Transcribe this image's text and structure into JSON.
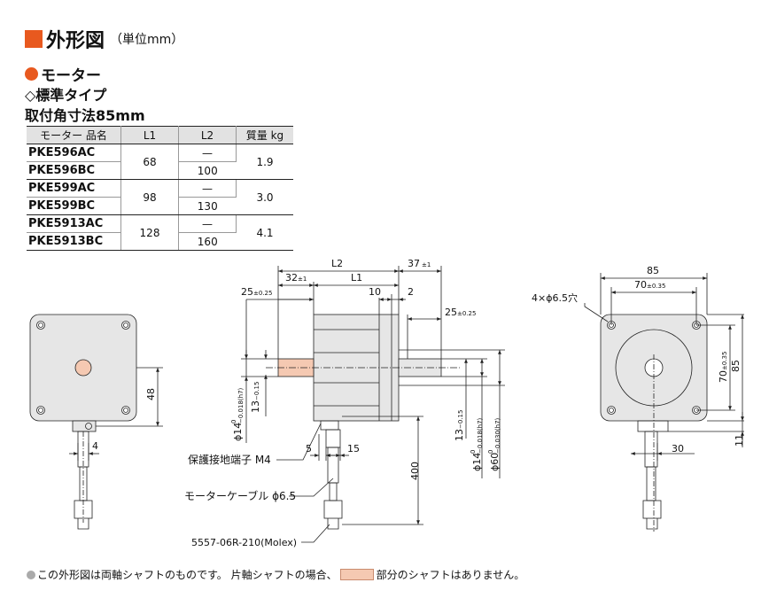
{
  "title": "外形図",
  "title_unit": "（単位mm）",
  "section": "モーター",
  "subsection": "◇標準タイプ",
  "mount_size": "取付角寸法85mm",
  "table": {
    "headers": [
      "モーター 品名",
      "L1",
      "L2",
      "質量 kg"
    ],
    "groups": [
      {
        "models": [
          "PKE596AC",
          "PKE596BC"
        ],
        "l1": "68",
        "l2": [
          "—",
          "100"
        ],
        "mass": "1.9"
      },
      {
        "models": [
          "PKE599AC",
          "PKE599BC"
        ],
        "l1": "98",
        "l2": [
          "—",
          "130"
        ],
        "mass": "3.0"
      },
      {
        "models": [
          "PKE5913AC",
          "PKE5913BC"
        ],
        "l1": "128",
        "l2": [
          "—",
          "160"
        ],
        "mass": "4.1"
      }
    ]
  },
  "drawing": {
    "left": {
      "dim_48": "48",
      "dim_4": "4"
    },
    "side": {
      "L2": "L2",
      "L1": "L1",
      "d37": "37",
      "tol37": "±1",
      "d32": "32",
      "tol32": "±1",
      "d25a": "25",
      "tol25a": "±0.25",
      "d10": "10",
      "d2": "2",
      "d25b": "25",
      "tol25b": "±0.25",
      "phi14l": "ϕ14",
      "tol14l": "0",
      "tol14l2": "−0.018(h7)",
      "d13l": "13",
      "tol13l": "−0.15",
      "d13r": "13",
      "tol13r": "−0.15",
      "phi14r": "ϕ14",
      "tol14r": "0",
      "tol14r2": "−0.018(h7)",
      "phi60": "ϕ60",
      "tol60": "0",
      "tol60b": "−0.030(h7)",
      "d5": "5",
      "d15": "15",
      "d400": "400",
      "ground": "保護接地端子 M4",
      "cable": "モーターケーブル ϕ6.5",
      "connector": "5557-06R-210(Molex)"
    },
    "right": {
      "d85top": "85",
      "d70": "70",
      "tol70": "±0.35",
      "holes": "4×ϕ6.5穴",
      "d70v": "70",
      "tol70v": "±0.35",
      "d85v": "85",
      "d30": "30",
      "d11": "11"
    }
  },
  "footnote": {
    "part1": "この外形図は両軸シャフトのものです。 片軸シャフトの場合、",
    "part2": "部分のシャフトはありません。"
  },
  "colors": {
    "accent": "#e8591f",
    "motor_gray": "#e6e6e6",
    "shaft_highlight": "#f5c9b2"
  }
}
